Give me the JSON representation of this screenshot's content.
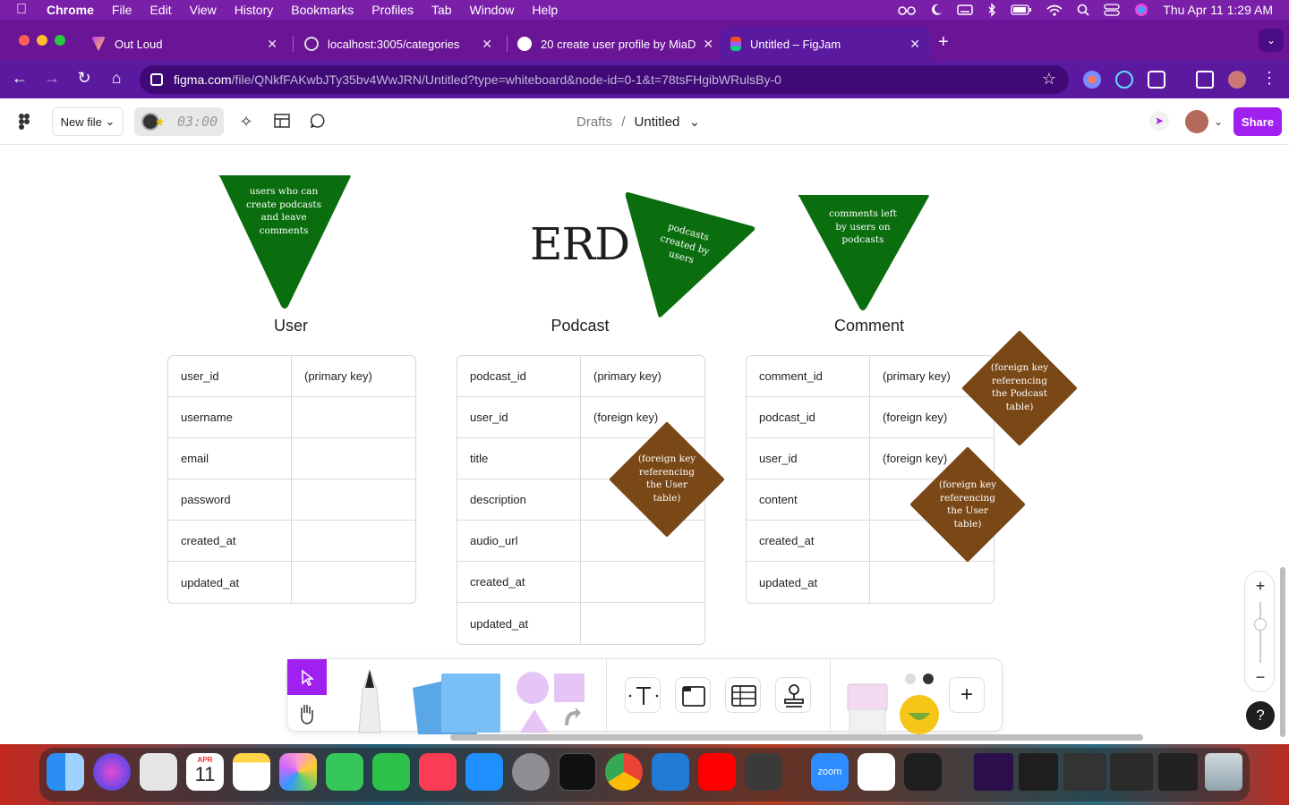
{
  "menubar": {
    "app": "Chrome",
    "items": [
      "File",
      "Edit",
      "View",
      "History",
      "Bookmarks",
      "Profiles",
      "Tab",
      "Window",
      "Help"
    ],
    "clock": "Thu Apr 11  1:29 AM"
  },
  "tabs": [
    {
      "label": "Out Loud",
      "active": false
    },
    {
      "label": "localhost:3005/categories",
      "active": false
    },
    {
      "label": "20 create user profile by MiaD",
      "active": false
    },
    {
      "label": "Untitled – FigJam",
      "active": true
    }
  ],
  "address": {
    "host": "figma.com",
    "path": "/file/QNkfFAKwbJTy35bv4WwJRN/Untitled?type=whiteboard&node-id=0-1&t=78tsFHgibWRulsBy-0"
  },
  "figjam": {
    "new_file_label": "New file",
    "timer": "03:00",
    "breadcrumb_folder": "Drafts",
    "breadcrumb_sep": "/",
    "file_name": "Untitled",
    "share_label": "Share",
    "help_label": "?"
  },
  "board": {
    "title": "ERD",
    "triangles": {
      "user": "users who can create podcasts and leave comments",
      "podcast": "podcasts created by users",
      "comment": "comments left by users on podcasts"
    },
    "diamonds": {
      "podcast_user": "(foreign key referencing the User table)",
      "comment_user": "(foreign key referencing the User table)",
      "comment_podcast": "(foreign key referencing the Podcast table)"
    },
    "entities": [
      {
        "name": "User",
        "rows": [
          [
            "user_id",
            "(primary key)"
          ],
          [
            "username",
            ""
          ],
          [
            "email",
            ""
          ],
          [
            "password",
            ""
          ],
          [
            "created_at",
            ""
          ],
          [
            "updated_at",
            ""
          ]
        ]
      },
      {
        "name": "Podcast",
        "rows": [
          [
            "podcast_id",
            "(primary key)"
          ],
          [
            "user_id",
            "(foreign key)"
          ],
          [
            "title",
            ""
          ],
          [
            "description",
            ""
          ],
          [
            "audio_url",
            ""
          ],
          [
            "created_at",
            ""
          ],
          [
            "updated_at",
            ""
          ]
        ]
      },
      {
        "name": "Comment",
        "rows": [
          [
            "comment_id",
            "(primary key)"
          ],
          [
            "podcast_id",
            "(foreign key)"
          ],
          [
            "user_id",
            "(foreign key)"
          ],
          [
            "content",
            ""
          ],
          [
            "created_at",
            ""
          ],
          [
            "updated_at",
            ""
          ]
        ]
      }
    ]
  },
  "colors": {
    "triangle": "#0a6e0f",
    "diamond": "#7a4716",
    "accent": "#a020f0",
    "chrome": "#5b19a0"
  },
  "dock": {
    "calendar_month": "APR",
    "calendar_day": "11",
    "zoom_label": "zoom"
  }
}
